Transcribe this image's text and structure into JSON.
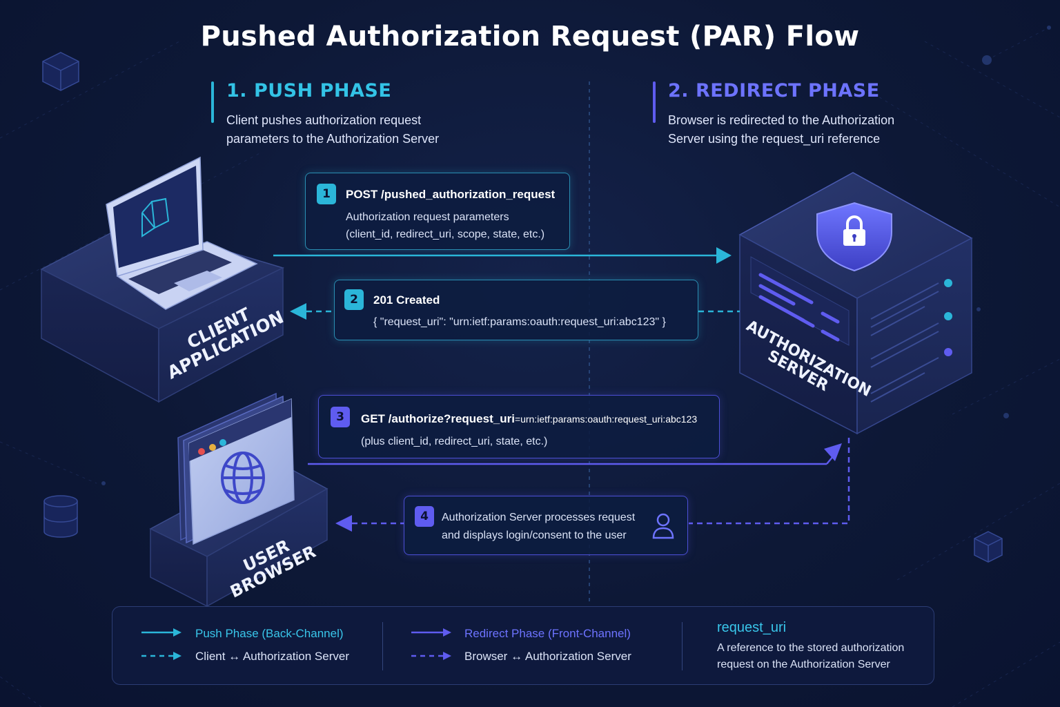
{
  "title": "Pushed Authorization Request (PAR) Flow",
  "phases": {
    "push": {
      "heading": "1. PUSH PHASE",
      "desc_line1": "Client pushes authorization request",
      "desc_line2": "parameters to the Authorization Server"
    },
    "redirect": {
      "heading": "2. REDIRECT PHASE",
      "desc_line1": "Browser is redirected to the Authorization",
      "desc_line2": "Server using the request_uri reference"
    }
  },
  "nodes": {
    "client": {
      "line1": "CLIENT",
      "line2": "APPLICATION"
    },
    "server": {
      "line1": "AUTHORIZATION",
      "line2": "SERVER"
    },
    "browser": {
      "line1": "USER",
      "line2": "BROWSER"
    }
  },
  "steps": [
    {
      "number": "1",
      "title": "POST /pushed_authorization_request",
      "line1": "Authorization request parameters",
      "line2": "(client_id, redirect_uri, scope, state, etc.)"
    },
    {
      "number": "2",
      "title": "201 Created",
      "line1": "{ \"request_uri\": \"urn:ietf:params:oauth:request_uri:abc123\" }"
    },
    {
      "number": "3",
      "title": "GET /authorize?request_uri",
      "title_suffix": "=urn:ietf:params:oauth:request_uri:abc123",
      "line1": "(plus client_id, redirect_uri, state, etc.)"
    },
    {
      "number": "4",
      "line1": "Authorization Server processes request",
      "line2": "and displays login/consent to the user"
    }
  ],
  "legend": {
    "push_solid": "Push Phase (Back-Channel)",
    "push_dashed": "Client ↔ Authorization Server",
    "redirect_solid": "Redirect Phase (Front-Channel)",
    "redirect_dashed": "Browser ↔ Authorization Server",
    "request_uri_title": "request_uri",
    "request_uri_desc": "A reference to the stored authorization request on the Authorization Server"
  },
  "colors": {
    "push_accent": "#2bb6d9",
    "redirect_accent": "#5f5cf0",
    "background": "#0d1836"
  },
  "icons": [
    "cube-icon",
    "laptop-icon",
    "server-icon",
    "shield-lock-icon",
    "browser-window-icon",
    "globe-icon",
    "user-icon",
    "database-icon"
  ]
}
